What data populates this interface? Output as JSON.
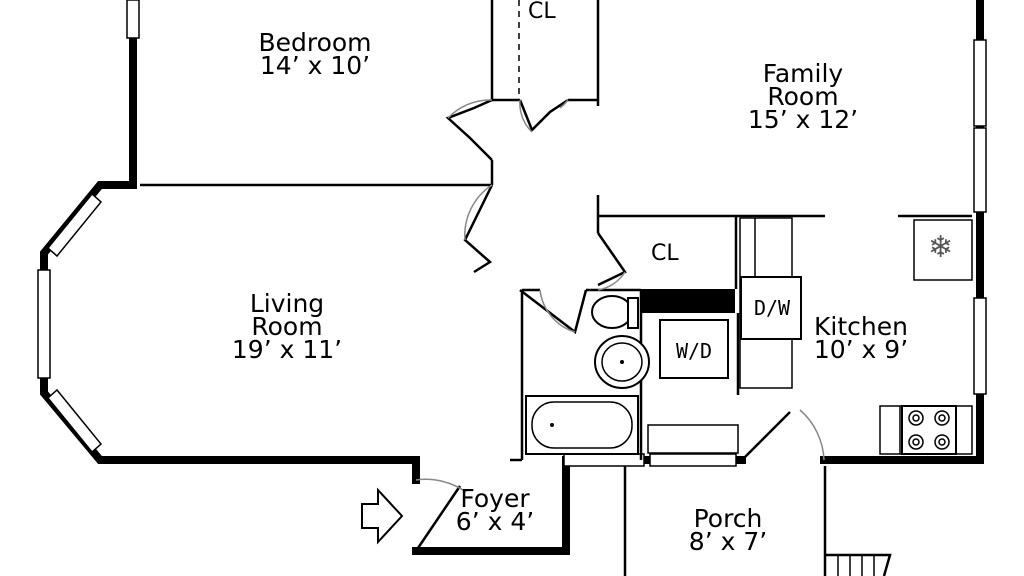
{
  "rooms": {
    "bedroom": {
      "name": "Bedroom",
      "size": "14’ x 10’"
    },
    "family": {
      "name_line1": "Family",
      "name_line2": "Room",
      "size": "15’ x 12’"
    },
    "living": {
      "name_line1": "Living",
      "name_line2": "Room",
      "size": "19’ x 11’"
    },
    "kitchen": {
      "name": "Kitchen",
      "size": "10’ x 9’"
    },
    "foyer": {
      "name": "Foyer",
      "size": "6’ x 4’"
    },
    "porch": {
      "name": "Porch",
      "size": "8’ x 7’"
    }
  },
  "closets": {
    "top": "CL",
    "middle": "CL"
  },
  "fixtures": {
    "dishwasher": "D/W",
    "washer_dryer": "W/D"
  },
  "icons": {
    "entry": "arrow-right-icon",
    "freezer": "snowflake-icon",
    "stove": "stove-burner-icon"
  }
}
